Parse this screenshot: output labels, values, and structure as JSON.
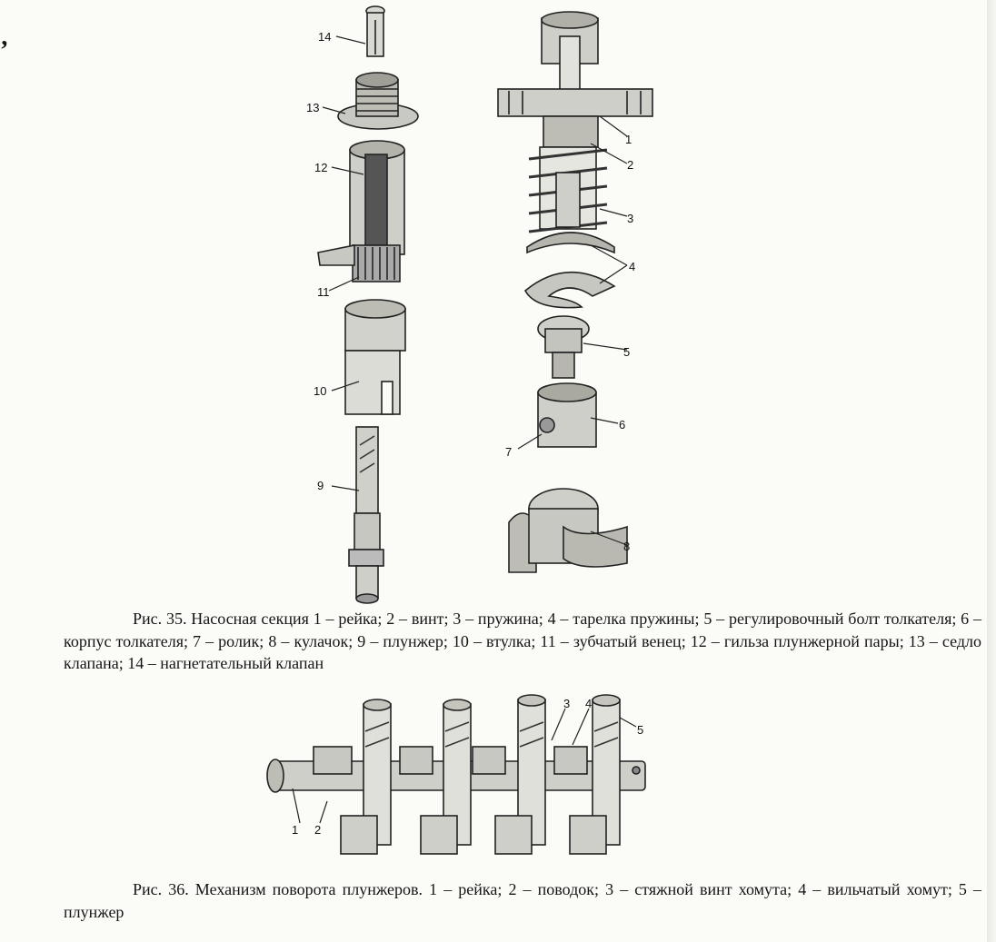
{
  "page_mark": "’",
  "figure35": {
    "callouts": [
      "1",
      "2",
      "3",
      "4",
      "5",
      "6",
      "7",
      "8",
      "9",
      "10",
      "11",
      "12",
      "13",
      "14"
    ],
    "caption": "Рис. 35. Насосная секция 1 – рейка; 2 – винт; 3 – пружина; 4 – тарелка пружины; 5 – регулировочный болт толкателя; 6 – корпус толкателя; 7 – ролик; 8 – кулачок;   9 – плунжер; 10 – втулка; 11 – зубчатый венец; 12 – гильза плунжерной пары; 13 – седло клапана; 14 – нагнетательный клапан"
  },
  "figure36": {
    "callouts": [
      "1",
      "2",
      "3",
      "4",
      "5"
    ],
    "caption": "Рис. 36. Механизм поворота плунжеров. 1 – рейка; 2 – поводок; 3 – стяжной винт хомута; 4 – вильчатый хомут; 5 – плунжер"
  }
}
